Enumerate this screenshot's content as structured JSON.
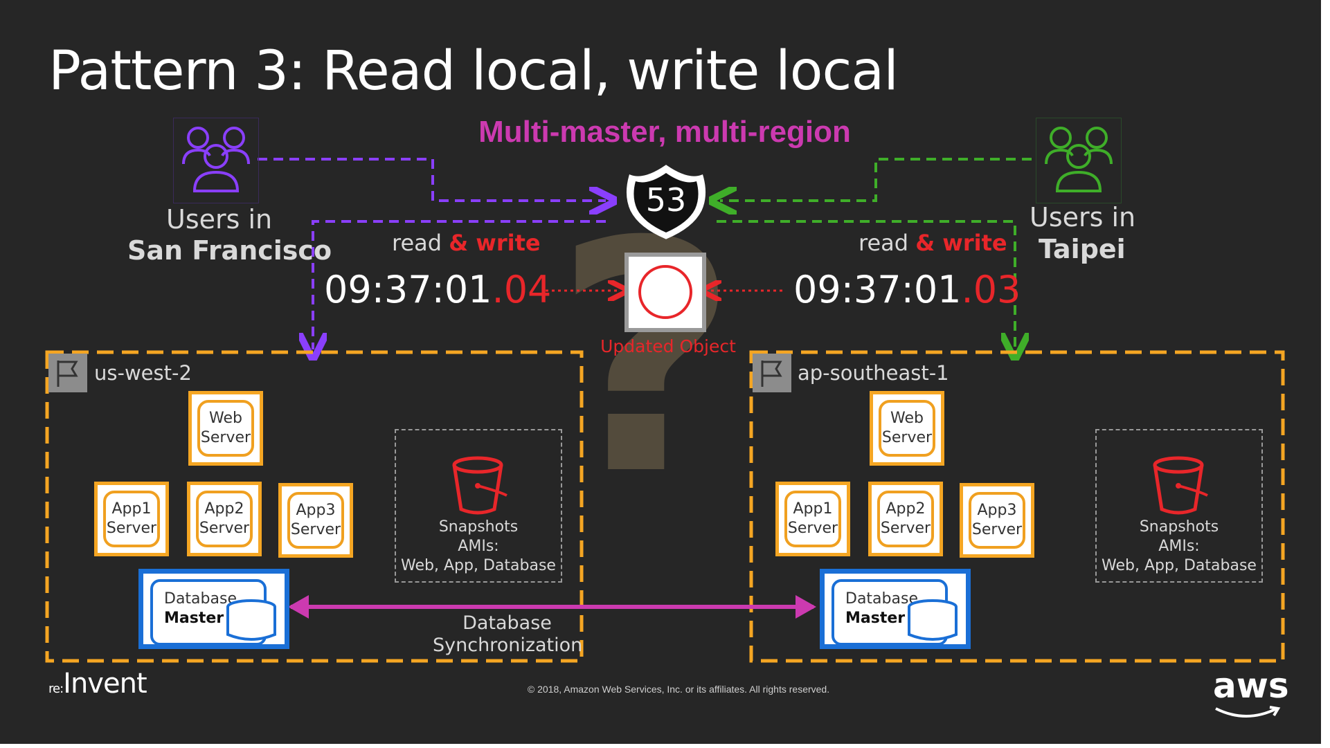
{
  "slide": {
    "title": "Pattern 3: Read local, write local",
    "subtitle": "Multi-master, multi-region",
    "route53_label": "53",
    "updated_object_label": "Updated Object",
    "question_mark": "?",
    "left_users": {
      "line1": "Users in",
      "line2": "San Francisco"
    },
    "right_users": {
      "line1": "Users in",
      "line2": "Taipei"
    },
    "left_rw": {
      "read": "read",
      "write": "& write"
    },
    "right_rw": {
      "read": "read",
      "write": "& write"
    },
    "left_time": {
      "main": "09:37:01",
      "ms": ".04"
    },
    "right_time": {
      "main": "09:37:01",
      "ms": ".03"
    },
    "left_region": {
      "name": "us-west-2",
      "web": [
        "Web",
        "Server"
      ],
      "app1": [
        "App1",
        "Server"
      ],
      "app2": [
        "App2",
        "Server"
      ],
      "app3": [
        "App3",
        "Server"
      ],
      "db": [
        "Database",
        "Master"
      ],
      "snapshots": [
        "Snapshots",
        "AMIs:",
        "Web, App, Database"
      ]
    },
    "right_region": {
      "name": "ap-southeast-1",
      "web": [
        "Web",
        "Server"
      ],
      "app1": [
        "App1",
        "Server"
      ],
      "app2": [
        "App2",
        "Server"
      ],
      "app3": [
        "App3",
        "Server"
      ],
      "db": [
        "Database",
        "Master"
      ],
      "snapshots": [
        "Snapshots",
        "AMIs:",
        "Web, App, Database"
      ]
    },
    "sync_label": [
      "Database",
      "Synchronization"
    ],
    "footer": {
      "copyright": "© 2018, Amazon Web Services, Inc. or its affiliates. All rights reserved.",
      "event_logo_small": "re:",
      "event_logo": "Invent",
      "aws_logo": "aws"
    }
  },
  "colors": {
    "background": "#262626",
    "purple": "#8a3ffc",
    "green": "#3fae29",
    "magenta": "#cc3ab0",
    "red": "#e8262a",
    "orange": "#f5a623",
    "blue": "#1a6fd6"
  },
  "icons": {
    "users_left": "users-group-icon",
    "users_right": "users-group-icon",
    "route53": "route53-shield-icon",
    "region_flag": "flag-icon",
    "bucket": "s3-bucket-icon"
  }
}
